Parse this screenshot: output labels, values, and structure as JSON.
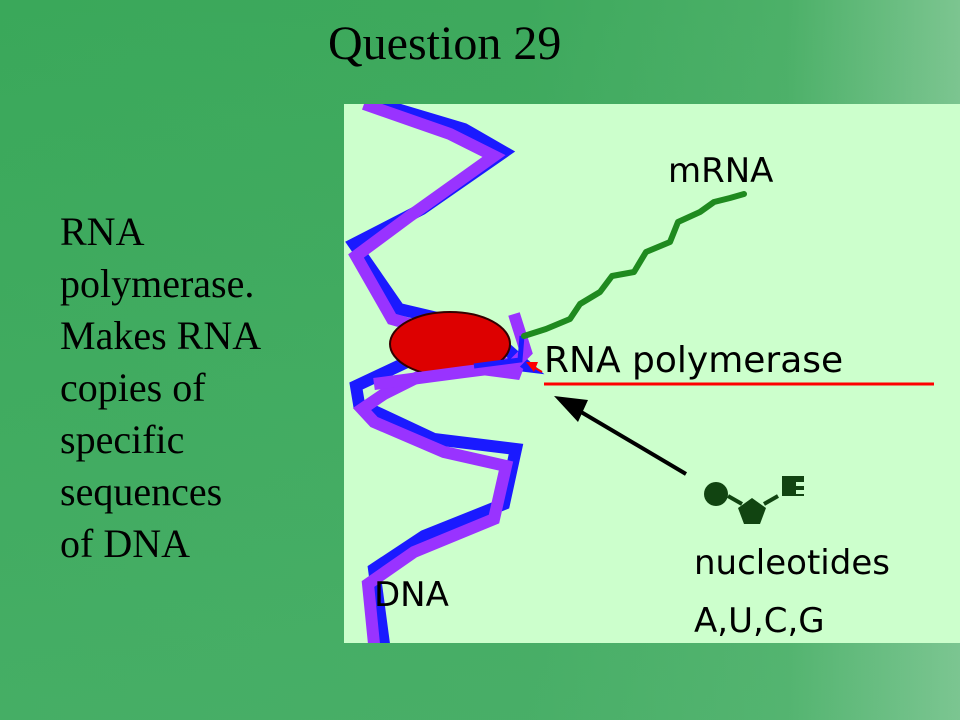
{
  "slide": {
    "title": "Question 29",
    "body_lines": [
      "RNA",
      "polymerase.",
      "Makes RNA",
      "copies of",
      "specific",
      "sequences",
      "of DNA"
    ]
  },
  "figure": {
    "labels": {
      "mrna": "mRNA",
      "polymerase": "RNA polymerase",
      "nucleotides": "nucleotides",
      "bases": "A,U,C,G",
      "dna": "DNA"
    },
    "colors": {
      "background": "#ccffcc",
      "dna_strand_1": "#1a1aff",
      "dna_strand_2": "#9933ff",
      "mrna": "#1f8a1f",
      "polymerase": "#dd0000",
      "polymerase_label": "#ff0000",
      "nucleotide": "#114411",
      "arrow": "#000000"
    }
  }
}
